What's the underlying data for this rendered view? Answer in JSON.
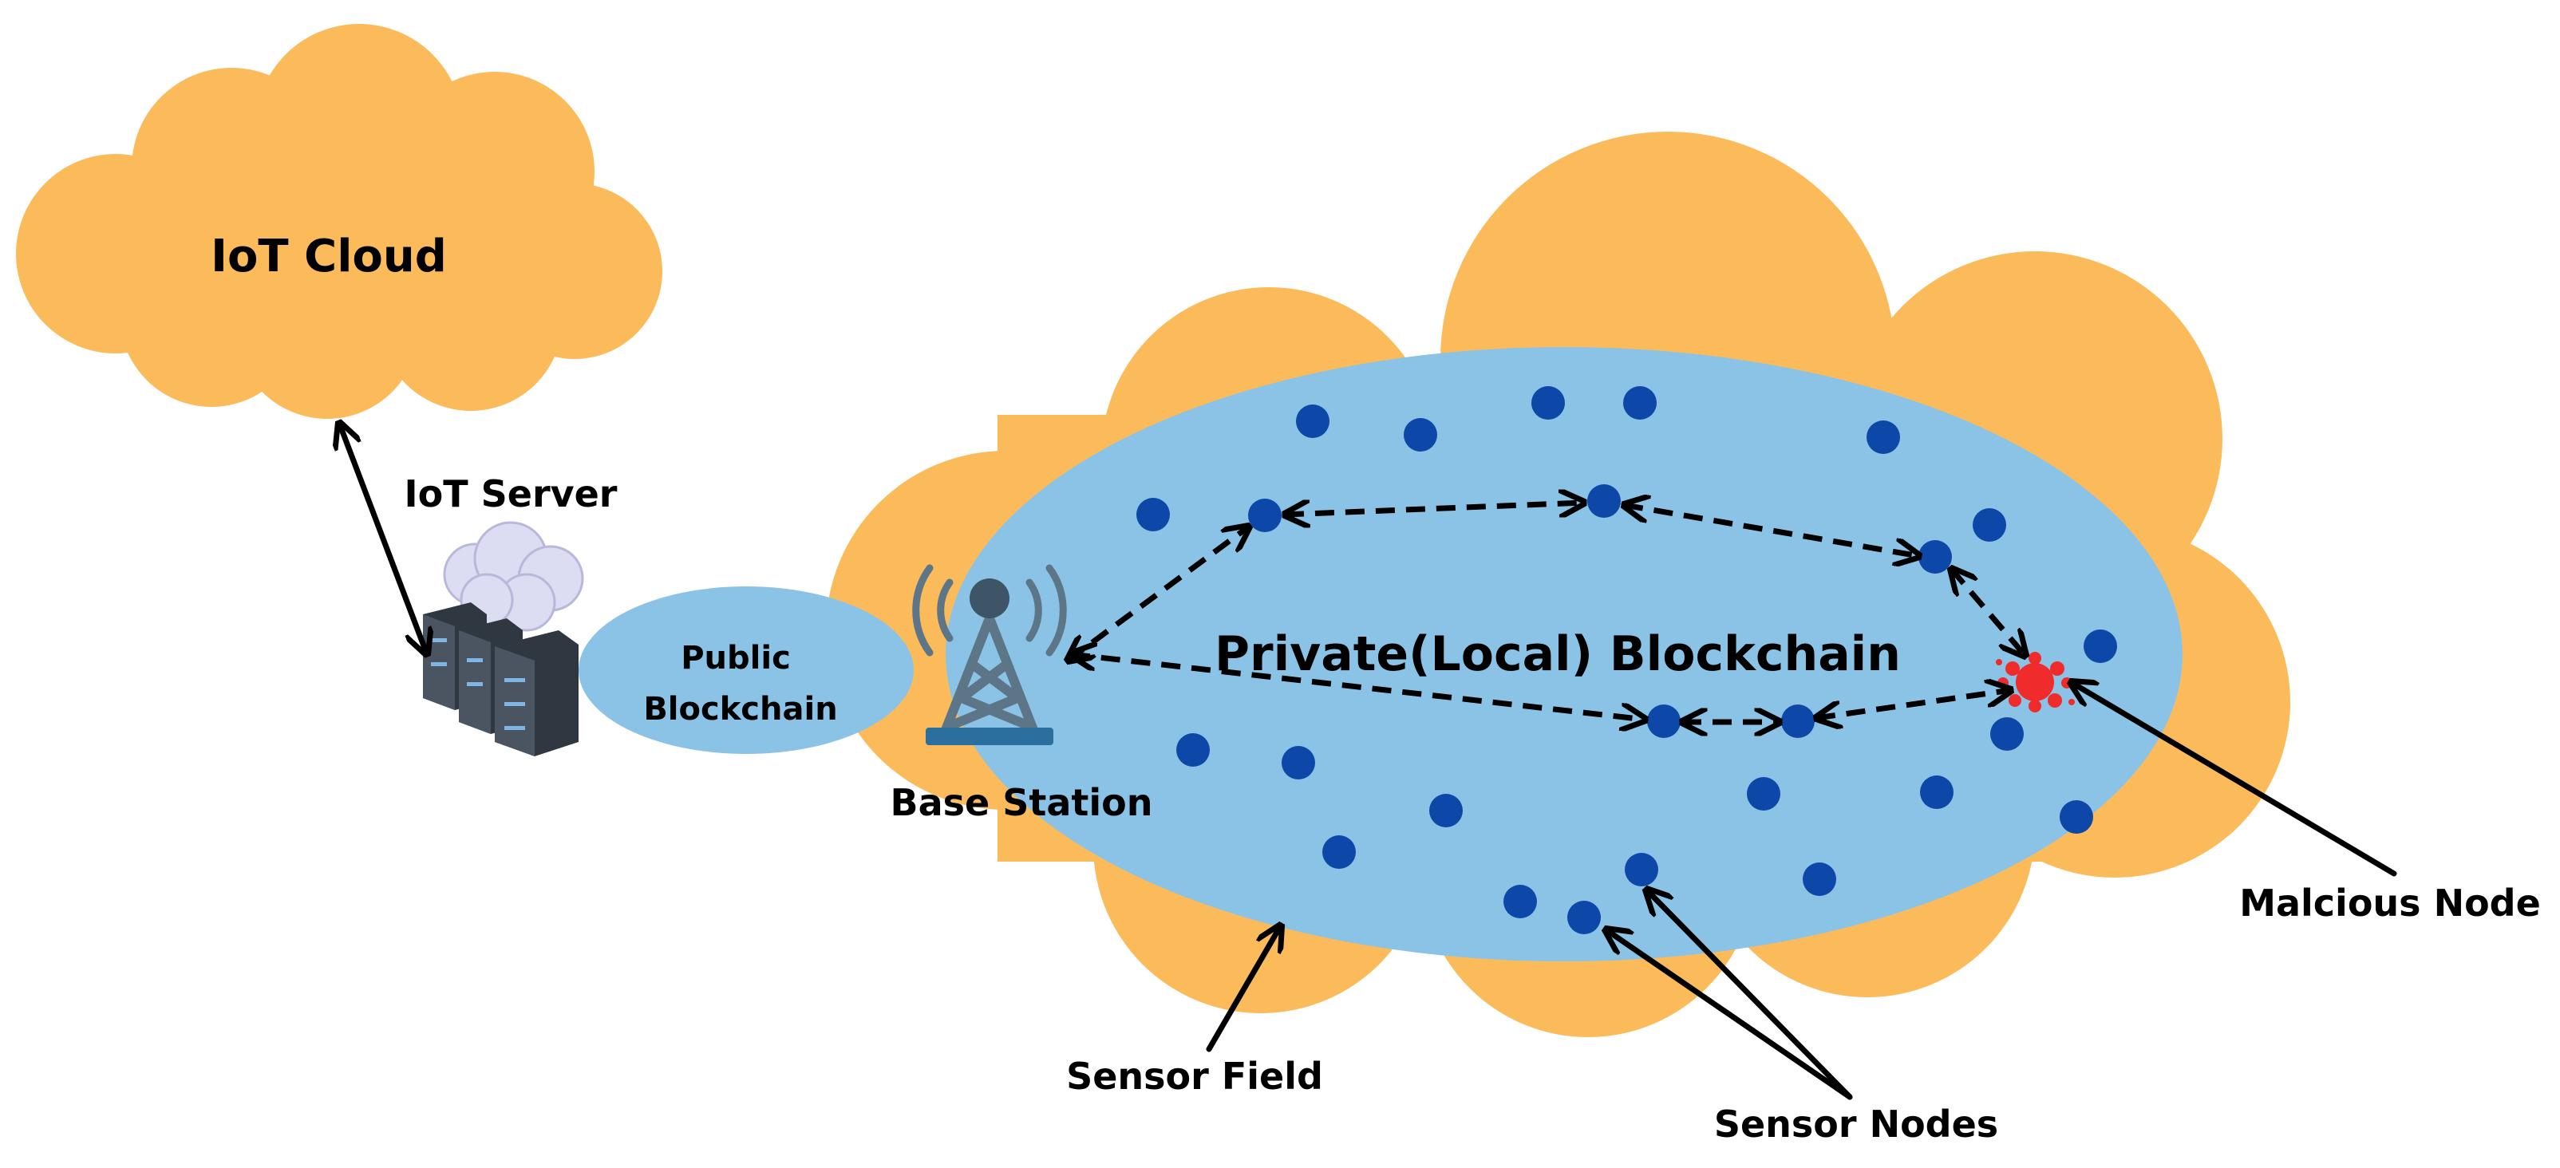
{
  "colors": {
    "cloud": "#fbbb5b",
    "blockchain_ellipse": "#8bc3e6",
    "sensor_node": "#0d47a8",
    "malicious_node": "#ef2b2b",
    "tower": "#5d7687",
    "tower_base": "#2a6f9e",
    "server_rack": "#3c4651",
    "server_cloud": "#dcdcf2"
  },
  "icons": {
    "base_station": "radio-tower-icon",
    "iot_server": "server-rack-icon",
    "malicious_node": "virus-splat-icon"
  },
  "labels": {
    "iot_cloud": "IoT Cloud",
    "iot_server": "IoT Server",
    "public_blockchain_line1": "Public",
    "public_blockchain_line2": "Blockchain",
    "base_station": "Base Station",
    "private_blockchain": "Private(Local) Blockchain",
    "malicious_node": "Malcious Node",
    "sensor_field": "Sensor Field",
    "sensor_nodes": "Sensor Nodes"
  }
}
